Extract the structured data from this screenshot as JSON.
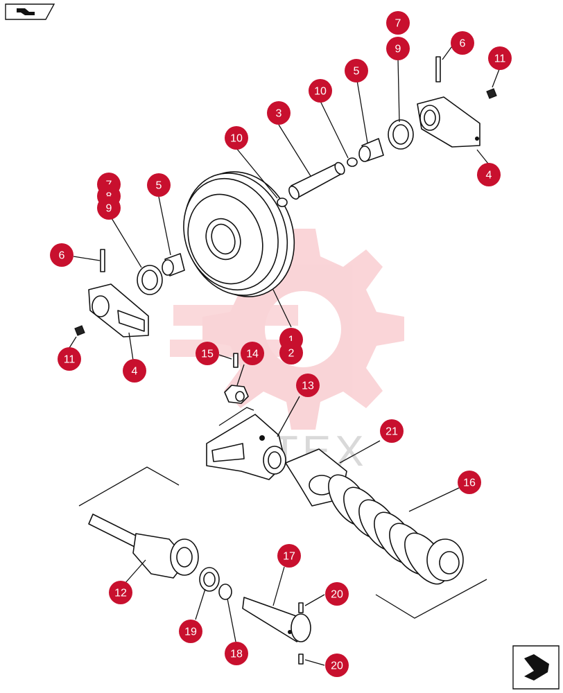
{
  "diagram": {
    "watermark": "HITEX",
    "brand_color": "#c8102e",
    "callouts": [
      {
        "id": "c7a",
        "label": "7"
      },
      {
        "id": "c9a",
        "label": "9"
      },
      {
        "id": "c6a",
        "label": "6"
      },
      {
        "id": "c11a",
        "label": "11"
      },
      {
        "id": "c5a",
        "label": "5"
      },
      {
        "id": "c10a",
        "label": "10"
      },
      {
        "id": "c3",
        "label": "3"
      },
      {
        "id": "c10b",
        "label": "10"
      },
      {
        "id": "c4a",
        "label": "4"
      },
      {
        "id": "c7b",
        "label": "7"
      },
      {
        "id": "c8b",
        "label": "8"
      },
      {
        "id": "c9b",
        "label": "9"
      },
      {
        "id": "c5b",
        "label": "5"
      },
      {
        "id": "c6b",
        "label": "6"
      },
      {
        "id": "c1",
        "label": "1"
      },
      {
        "id": "c2",
        "label": "2"
      },
      {
        "id": "c11b",
        "label": "11"
      },
      {
        "id": "c4b",
        "label": "4"
      },
      {
        "id": "c15",
        "label": "15"
      },
      {
        "id": "c14",
        "label": "14"
      },
      {
        "id": "c13",
        "label": "13"
      },
      {
        "id": "c21",
        "label": "21"
      },
      {
        "id": "c16",
        "label": "16"
      },
      {
        "id": "c17",
        "label": "17"
      },
      {
        "id": "c12",
        "label": "12"
      },
      {
        "id": "c20a",
        "label": "20"
      },
      {
        "id": "c19",
        "label": "19"
      },
      {
        "id": "c18",
        "label": "18"
      },
      {
        "id": "c20b",
        "label": "20"
      }
    ]
  }
}
